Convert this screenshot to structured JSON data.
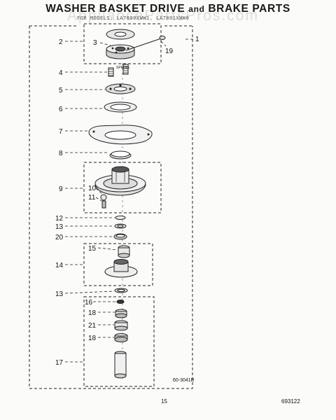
{
  "header": {
    "title_main": "WASHER BASKET DRIVE",
    "title_and": "and",
    "title_end": "BRAKE PARTS",
    "subtitle": "FOR MODELS: LA7800XWW1, LA7801XWW0",
    "watermark": "AppliancePartsPros.com"
  },
  "parts": [
    {
      "label": "2"
    },
    {
      "label": "3"
    },
    {
      "label": "19"
    },
    {
      "label": "1"
    },
    {
      "label": "4"
    },
    {
      "label": "5"
    },
    {
      "label": "6"
    },
    {
      "label": "7"
    },
    {
      "label": "8"
    },
    {
      "label": "9"
    },
    {
      "label": "10"
    },
    {
      "label": "11"
    },
    {
      "label": "12"
    },
    {
      "label": "13"
    },
    {
      "label": "20"
    },
    {
      "label": "15"
    },
    {
      "label": "14"
    },
    {
      "label": "13"
    },
    {
      "label": "16"
    },
    {
      "label": "18"
    },
    {
      "label": "21"
    },
    {
      "label": "18"
    },
    {
      "label": "17"
    }
  ],
  "spring_text": "SPRING",
  "figure_code": "60-3041B",
  "footer": {
    "page_number": "15",
    "doc_number": "693122"
  },
  "colors": {
    "ink": "#222222",
    "paper": "#fbfbf9"
  }
}
